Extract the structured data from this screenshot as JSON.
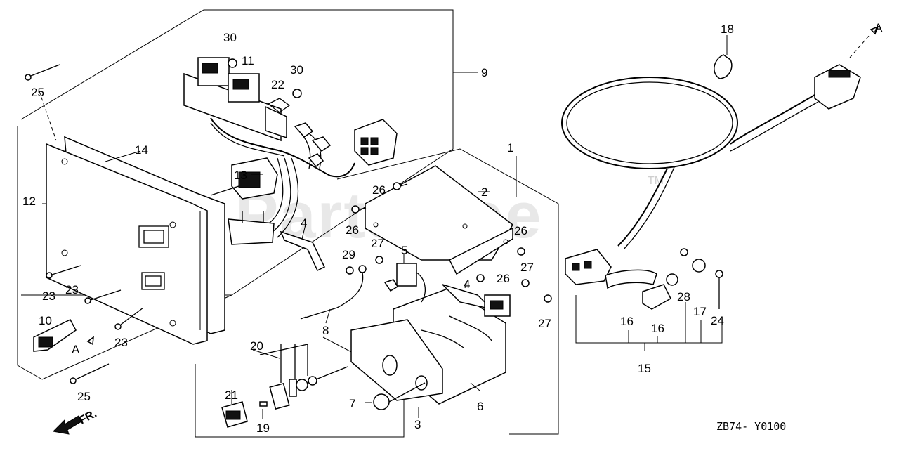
{
  "watermark": {
    "text": "PartsTree",
    "trademark": "TM"
  },
  "diagram_code": "ZB74- Y0100",
  "direction": {
    "label": "FR.",
    "icon": "front-direction-arrow-icon"
  },
  "reference_marks": {
    "a_left": "A",
    "a_right": "A"
  },
  "callouts": {
    "c1": "1",
    "c2": "2",
    "c3": "3",
    "c4a": "4",
    "c4b": "4",
    "c5": "5",
    "c6": "6",
    "c7": "7",
    "c8": "8",
    "c9": "9",
    "c10": "10",
    "c11": "11",
    "c12": "12",
    "c13": "13",
    "c14": "14",
    "c15": "15",
    "c16a": "16",
    "c16b": "16",
    "c17": "17",
    "c18": "18",
    "c19": "19",
    "c20": "20",
    "c21": "21",
    "c22": "22",
    "c23a": "23",
    "c23b": "23",
    "c23c": "23",
    "c24": "24",
    "c25a": "25",
    "c25b": "25",
    "c26a": "26",
    "c26b": "26",
    "c26c": "26",
    "c26d": "26",
    "c27a": "27",
    "c27b": "27",
    "c27c": "27",
    "c28": "28",
    "c29": "29",
    "c30a": "30",
    "c30b": "30"
  },
  "colors": {
    "line": "#000000",
    "background": "#ffffff",
    "watermark": "#d6d6d6"
  }
}
